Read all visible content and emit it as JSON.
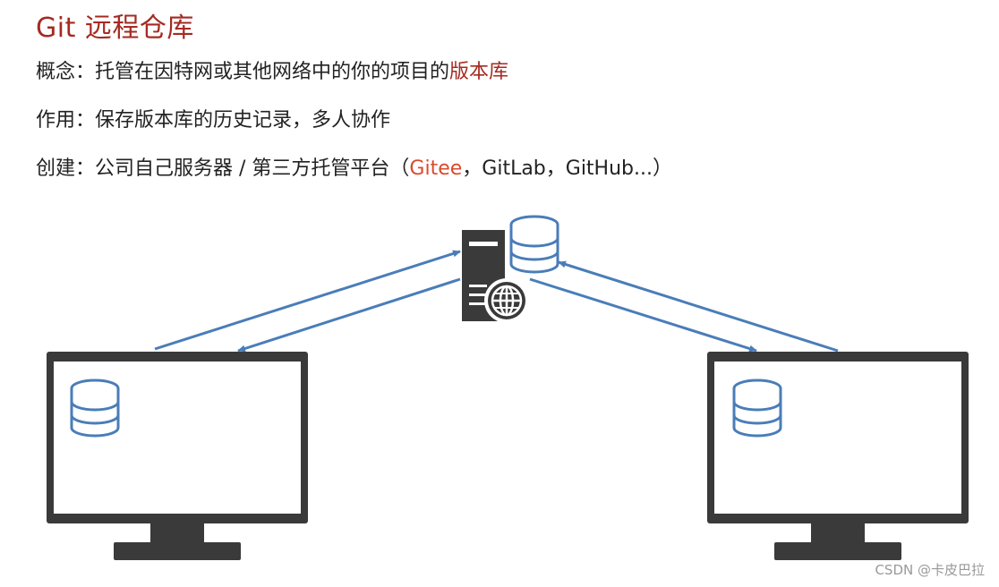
{
  "title": "Git 远程仓库",
  "concept": {
    "label": "概念：",
    "text": "托管在因特网或其他网络中的你的项目的",
    "highlight": "版本库"
  },
  "purpose": {
    "label": "作用：",
    "text": "保存版本库的历史记录，多人协作"
  },
  "create": {
    "label": "创建：",
    "text": "公司自己服务器 / 第三方托管平台（",
    "gitee": "Gitee",
    "rest": "，GitLab，GitHub...）"
  },
  "watermark": "CSDN @卡皮巴拉",
  "colors": {
    "accent_red": "#a52a22",
    "gitee_orange": "#d94a2b",
    "arrow_blue": "#4a7db8",
    "device_dark": "#3a3a3a"
  },
  "icons": [
    "server-icon",
    "globe-icon",
    "database-icon",
    "monitor-icon"
  ]
}
